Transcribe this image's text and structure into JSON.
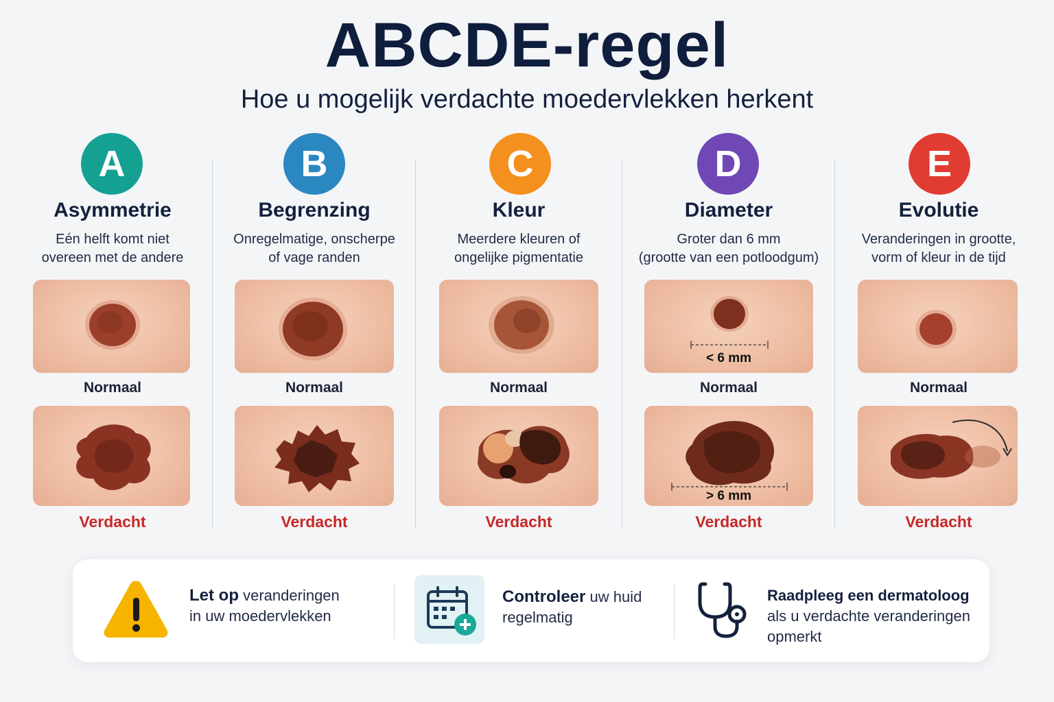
{
  "header": {
    "title": "ABCDE-regel",
    "subtitle": "Hoe u mogelijk verdachte moedervlekken herkent"
  },
  "columns": [
    {
      "letter": "A",
      "color": "#14a192",
      "title": "Asymmetrie",
      "desc": [
        "Eén helft komt niet",
        "overeen met de andere"
      ],
      "normal": "Normaal",
      "suspect": "Verdacht"
    },
    {
      "letter": "B",
      "color": "#2b87c0",
      "title": "Begrenzing",
      "desc": [
        "Onregelmatige, onscherpe",
        "of vage randen"
      ],
      "normal": "Normaal",
      "suspect": "Verdacht"
    },
    {
      "letter": "C",
      "color": "#f4901d",
      "title": "Kleur",
      "desc": [
        "Meerdere kleuren of",
        "ongelijke pigmentatie"
      ],
      "normal": "Normaal",
      "suspect": "Verdacht"
    },
    {
      "letter": "D",
      "color": "#7048b5",
      "title": "Diameter",
      "desc": [
        "Groter dan 6 mm",
        "(grootte van een potloodgum)"
      ],
      "normal": "Normaal",
      "suspect": "Verdacht",
      "normal_measure": "< 6 mm",
      "suspect_measure": "> 6 mm"
    },
    {
      "letter": "E",
      "color": "#e03c31",
      "title": "Evolutie",
      "desc": [
        "Veranderingen in grootte,",
        "vorm of kleur in de tijd"
      ],
      "normal": "Normaal",
      "suspect": "Verdacht"
    }
  ],
  "tips": [
    {
      "icon": "warning-icon",
      "bold": "Let op",
      "rest": " veranderingen",
      "line2": "in uw moedervlekken",
      "color": "#f6b400"
    },
    {
      "icon": "calendar-plus-icon",
      "bold": "Controleer",
      "rest": " uw huid",
      "line2": "regelmatig",
      "color": "#1a3a5a",
      "accent": "#19a99b"
    },
    {
      "icon": "stethoscope-icon",
      "bold": "Raadpleeg een dermatoloog",
      "rest": "",
      "line2": "als u verdachte veranderingen",
      "line3": "opmerkt",
      "color": "#14213d"
    }
  ]
}
